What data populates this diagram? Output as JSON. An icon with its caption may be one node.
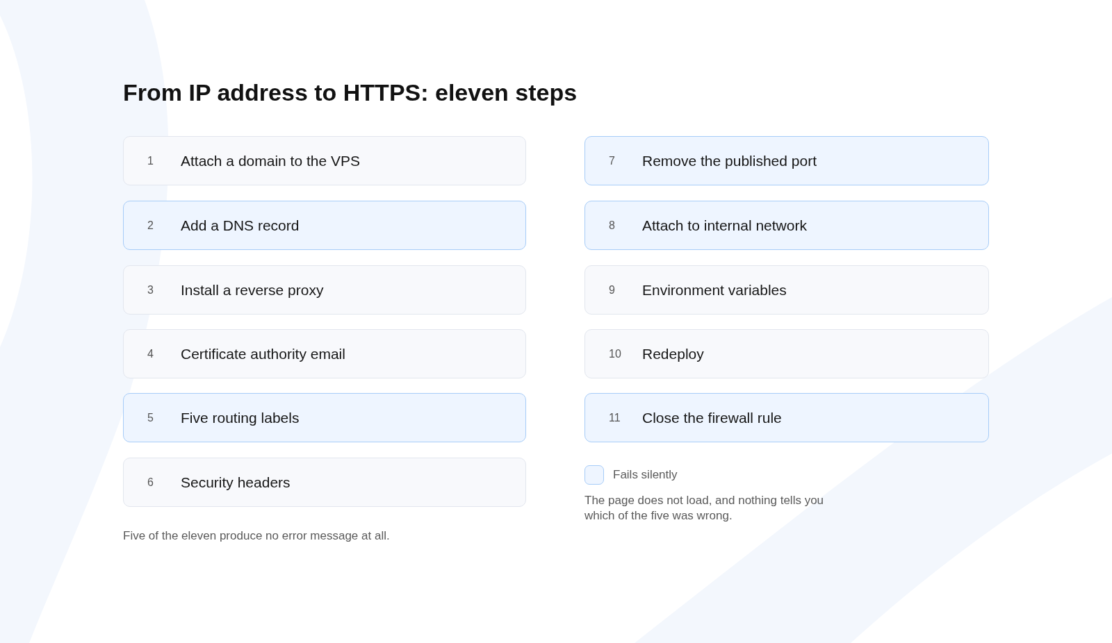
{
  "diagram": {
    "title": "From IP address to HTTPS: eleven steps",
    "nodes": [
      {
        "text": [
          "1",
          "Attach a domain to the VPS"
        ]
      },
      {
        "text": [
          "2",
          "Add a DNS record"
        ]
      },
      {
        "text": [
          "3",
          "Install a reverse proxy"
        ]
      },
      {
        "text": [
          "4",
          "Certificate authority email"
        ]
      },
      {
        "text": [
          "5",
          "Five routing labels"
        ]
      },
      {
        "text": [
          "6",
          "Security headers"
        ]
      },
      {
        "text": [
          "7",
          "Remove the published port"
        ]
      },
      {
        "text": [
          "8",
          "Attach to internal network"
        ]
      },
      {
        "text": [
          "9",
          "Environment variables"
        ]
      },
      {
        "text": [
          "10",
          "Redeploy"
        ]
      },
      {
        "text": [
          "11",
          "Close the firewall rule"
        ]
      }
    ],
    "labels": [
      "Five of the eleven produce no error message at all.",
      "The page does not load, and nothing tells you which of the five was wrong."
    ],
    "legend": [
      {
        "text": "Fails silently",
        "color": "#eef5ff"
      }
    ]
  }
}
